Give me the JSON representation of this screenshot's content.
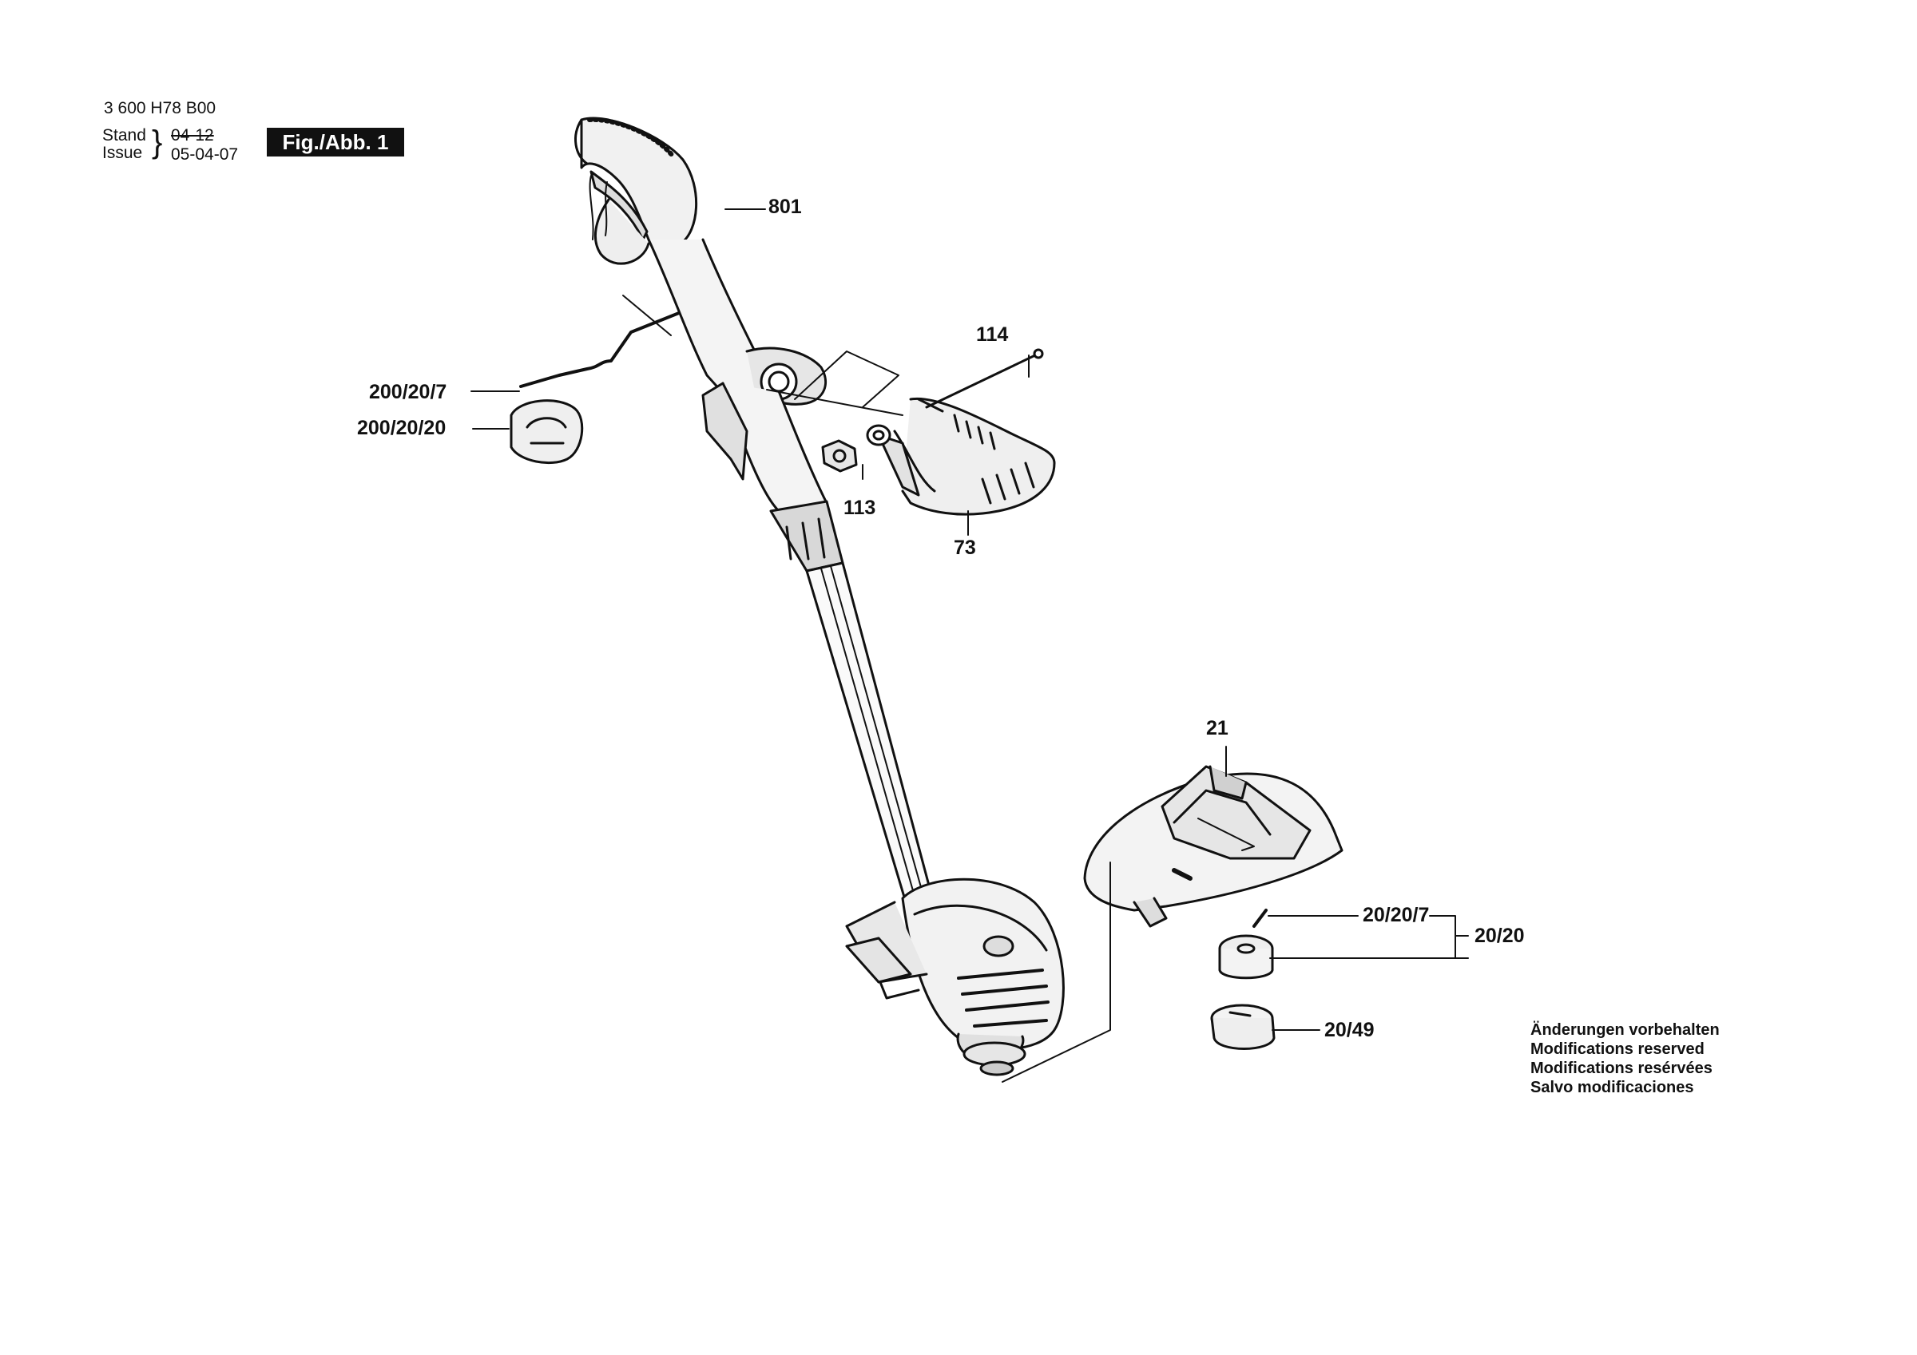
{
  "header": {
    "part_number": "3 600 H78 B00",
    "stand_label": "Stand",
    "issue_label": "Issue",
    "old_date": "04-12",
    "date": "05-04-07",
    "figure": "Fig./Abb. 1"
  },
  "labels": {
    "handle": "801",
    "bolt": "114",
    "wire": "200/20/7",
    "spool_cap": "200/20/20",
    "knob": "113",
    "aux_handle": "73",
    "guard": "21",
    "spool_line": "20/20/7",
    "spool_assembly": "20/20",
    "spool_cover": "20/49"
  },
  "notes": [
    "Änderungen vorbehalten",
    "Modifications reserved",
    "Modifications resérvées",
    "Salvo modificaciones"
  ],
  "colors": {
    "ink": "#111111",
    "paper": "#ffffff",
    "part_shade": "#e8e8e8",
    "dark_part": "#2a2a2a"
  }
}
